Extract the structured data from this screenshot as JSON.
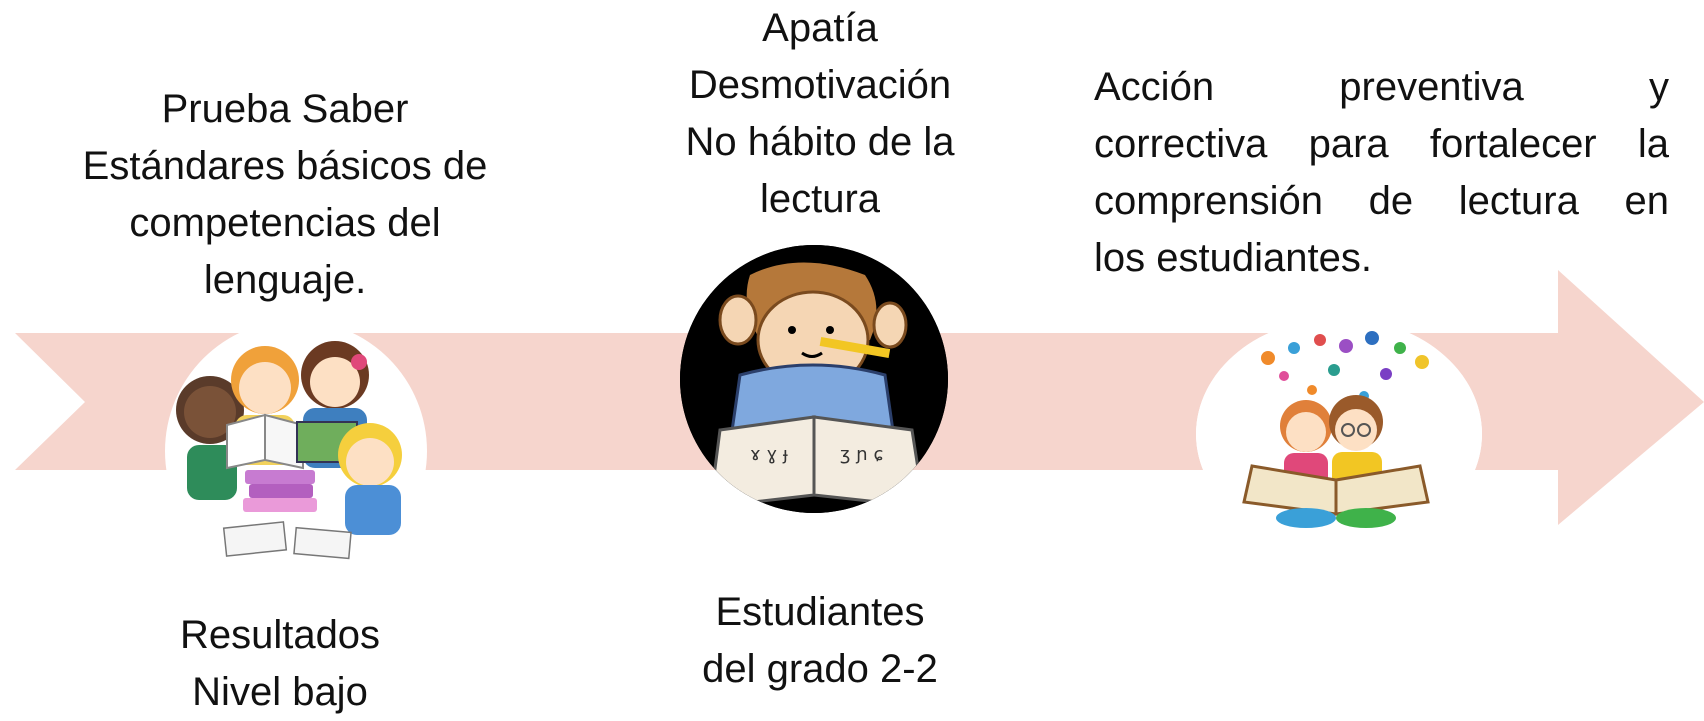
{
  "diagram": {
    "arrow_color": "#f6d5cd",
    "top_left": {
      "lines": [
        "Prueba Saber",
        "Estándares básicos de",
        "competencias del",
        "lenguaje."
      ]
    },
    "top_middle": {
      "lines": [
        "Apatía",
        "Desmotivación",
        "No hábito de la",
        "lectura"
      ]
    },
    "top_right": {
      "lines": [
        "Acción preventiva y",
        "correctiva para fortalecer la",
        "comprensión de lectura en",
        "los estudiantes."
      ]
    },
    "bottom_left": {
      "lines": [
        "Resultados",
        "Nivel bajo"
      ]
    },
    "bottom_middle": {
      "lines": [
        "Estudiantes",
        "del grado 2-2"
      ]
    },
    "images": {
      "left": "children-reading-books-illustration",
      "middle": "boy-thinking-with-pencil-illustration",
      "right": "kids-reading-open-book-illustration"
    }
  }
}
